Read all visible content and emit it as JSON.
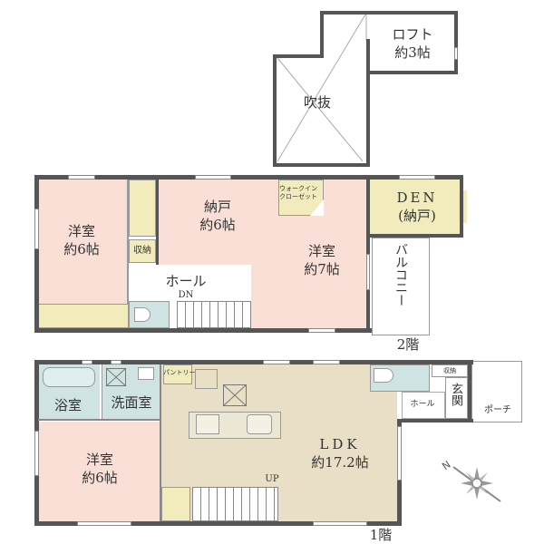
{
  "loft_floor": {
    "loft": {
      "name": "ロフト",
      "size": "約3帖"
    },
    "atrium": {
      "name": "吹抜"
    }
  },
  "second_floor": {
    "floor_label": "2階",
    "western_room_a": {
      "name": "洋室",
      "size": "約6帖"
    },
    "storage_room": {
      "name": "納戸",
      "size": "約6帖"
    },
    "walk_in_closet": {
      "line1": "ウォークイン",
      "line2": "クローゼット"
    },
    "den": {
      "name": "DEN",
      "sub": "(納戸)"
    },
    "western_room_b": {
      "name": "洋室",
      "size": "約7帖"
    },
    "storage": {
      "name": "収納"
    },
    "hall": {
      "name": "ホール",
      "stairs": "DN"
    },
    "balcony": {
      "name": "バルコニー"
    }
  },
  "first_floor": {
    "floor_label": "1階",
    "bathroom": {
      "name": "浴室"
    },
    "washroom": {
      "name": "洗面室"
    },
    "pantry": {
      "name": "パントリー"
    },
    "ldk": {
      "name": "LDK",
      "size": "約17.2帖"
    },
    "stairs": {
      "name": "UP"
    },
    "western_room": {
      "name": "洋室",
      "size": "約6帖"
    },
    "storage": {
      "name": "収納"
    },
    "hall": {
      "name": "ホール"
    },
    "entrance": {
      "name": "玄関"
    },
    "porch": {
      "name": "ポーチ"
    }
  },
  "compass": {
    "north_label": "N"
  },
  "colors": {
    "wall": "#555555",
    "western_room": "#f9dfd6",
    "closet": "#f2ecbd",
    "wet_area": "#cfe3e3",
    "ldk": "#e8dfc6"
  }
}
